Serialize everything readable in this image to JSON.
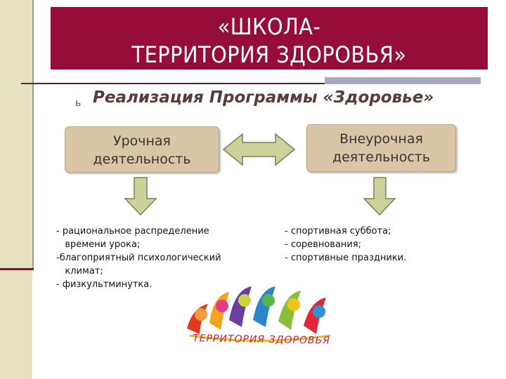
{
  "title": {
    "line1": "«ШКОЛА-",
    "line2": "ТЕРРИТОРИЯ ЗДОРОВЬЯ»"
  },
  "bullet": "ь",
  "subtitle": "Реализация Программы «Здоровье»",
  "box_left": {
    "line1": "Урочная",
    "line2": "деятельность"
  },
  "box_right": {
    "line1": "Внеурочная",
    "line2": "деятельность"
  },
  "list_left": [
    "- рациональное распределение",
    "   времени урока;",
    "-благоприятный психологический",
    "   климат;",
    "- физкультминутка."
  ],
  "list_right": [
    "- спортивная суббота;",
    "- соревнования;",
    "- спортивные праздники."
  ],
  "logo": {
    "caption": "ТЕРРИТОРИЯ ЗДОРОВЬЯ"
  },
  "colors": {
    "banner": "#970d3a",
    "box_fill": "#d9c6a6",
    "arrow_fill": "#cdd29a",
    "left_stripe": "#e6e2c0"
  }
}
